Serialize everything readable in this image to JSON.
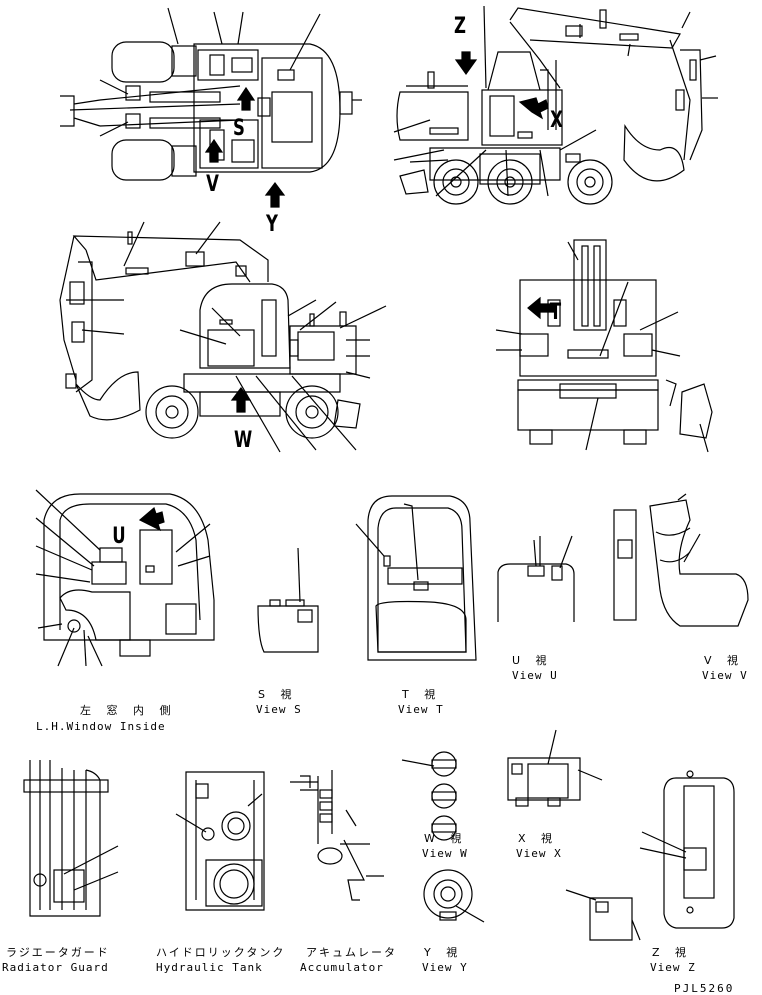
{
  "views": {
    "s": {
      "letter": "S",
      "jp": "S 視",
      "en": "View S"
    },
    "t": {
      "letter": "T",
      "jp": "T 視",
      "en": "View T"
    },
    "u": {
      "letter": "U",
      "jp": "U 視",
      "en": "View U"
    },
    "v": {
      "letter": "V",
      "jp": "V 視",
      "en": "View V"
    },
    "w": {
      "letter": "W",
      "jp": "W 視",
      "en": "View W"
    },
    "x": {
      "letter": "X",
      "jp": "X 視",
      "en": "View X"
    },
    "y": {
      "letter": "Y",
      "jp": "Y 視",
      "en": "View Y"
    },
    "z": {
      "letter": "Z",
      "jp": "Z 視",
      "en": "View Z"
    }
  },
  "window": {
    "jp": "左 窓 内 側",
    "en": "L.H.Window Inside"
  },
  "radiator": {
    "jp": "ラジエータガード",
    "en": "Radiator Guard"
  },
  "hydraulic": {
    "jp": "ハイドロリックタンク",
    "en": "Hydraulic Tank"
  },
  "accumulator": {
    "jp": "アキュムレータ",
    "en": "Accumulator"
  },
  "drawing_code": "PJL5260"
}
